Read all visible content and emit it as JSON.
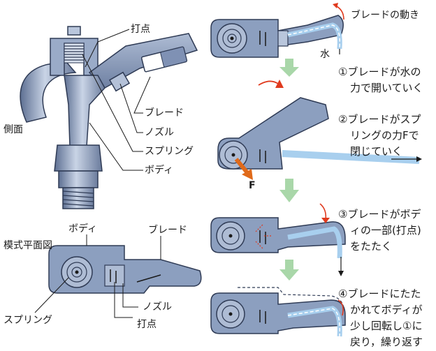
{
  "labels": {
    "side": "側面",
    "impact_point": "打点",
    "blade": "ブレード",
    "nozzle": "ノズル",
    "spring": "スプリング",
    "body": "ボディ",
    "plan_title": "模式平面図",
    "plan_body": "ボディ",
    "plan_blade": "ブレード",
    "plan_nozzle": "ノズル",
    "plan_spring": "スプリング",
    "plan_impact": "打点",
    "blade_motion": "ブレードの動き",
    "water": "水",
    "force": "F"
  },
  "steps": [
    {
      "line1": "①ブレードが水の",
      "line2": "力で開いていく"
    },
    {
      "line1": "②ブレードがスプ",
      "line2": "リングの力Fで",
      "line3": "閉じていく"
    },
    {
      "line1": "③ブレードがボデ",
      "line2": "ィの一部(打点)",
      "line3": "をたたく"
    },
    {
      "line1": "④ブレードにたた",
      "line2": "かれてボディが",
      "line3": "少し回転し①に",
      "line4": "戻り，繰り返す"
    }
  ],
  "colors": {
    "metal": "#8c9fbf",
    "metal_dark": "#3c4a66",
    "water": "#a8cfee",
    "arrow_green": "#a9d7a9",
    "accent_red": "#e03a1e",
    "force_orange": "#e06a1a"
  }
}
